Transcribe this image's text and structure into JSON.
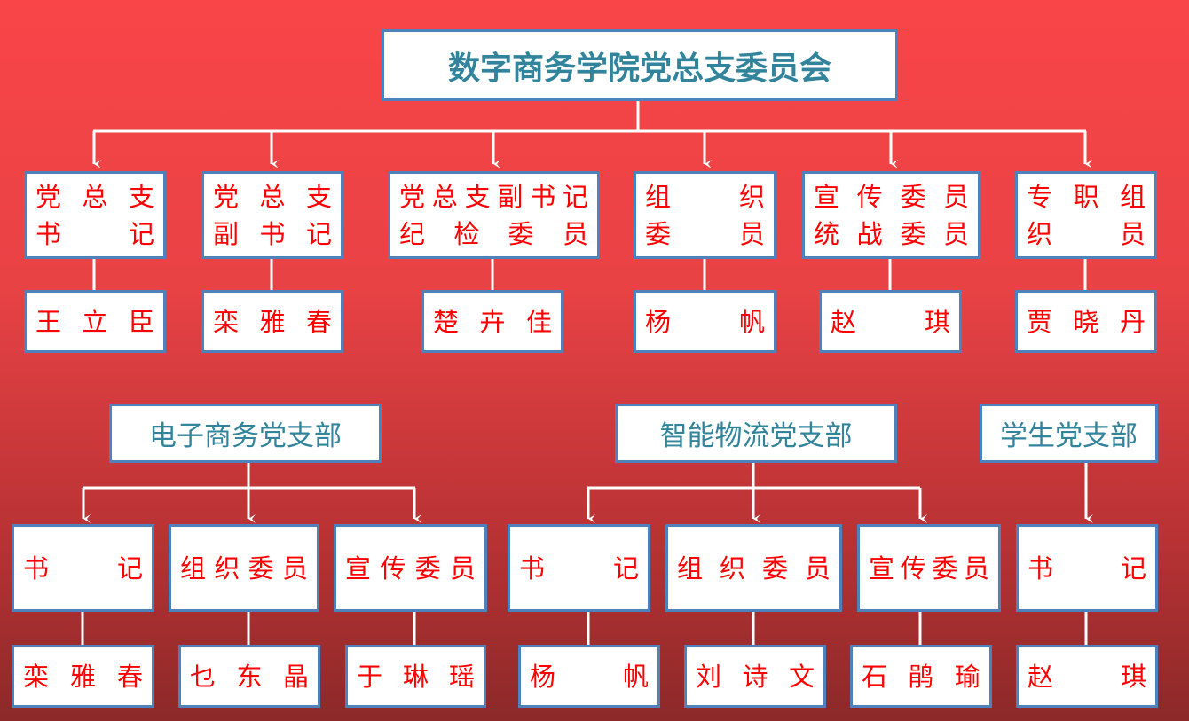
{
  "title": "数字商务学院党总支委员会",
  "committee": [
    {
      "role": [
        "党 总 支",
        "书　　记"
      ],
      "name": "王 立 臣"
    },
    {
      "role": [
        "党 总 支",
        "副 书 记"
      ],
      "name": "栾 雅 春"
    },
    {
      "role": [
        "党总支副书记",
        "纪 检 委 员"
      ],
      "name": "楚 卉 佳"
    },
    {
      "role": [
        "组　　织",
        "委　　员"
      ],
      "name": "杨　　帆"
    },
    {
      "role": [
        "宣 传 委 员",
        "统 战 委 员"
      ],
      "name": "赵　　琪"
    },
    {
      "role": [
        "专 职 组",
        "织　　员"
      ],
      "name": "贾 晓 丹"
    }
  ],
  "branches": [
    {
      "name": "电子商务党支部",
      "members": [
        {
          "role": "书　　记",
          "name": "栾 雅 春"
        },
        {
          "role": "组织委员",
          "name": "乜 东 晶"
        },
        {
          "role": "宣传委员",
          "name": "于 琳 瑶"
        }
      ]
    },
    {
      "name": "智能物流党支部",
      "members": [
        {
          "role": "书　　记",
          "name": "杨　　帆"
        },
        {
          "role": "组 织 委 员",
          "name": "刘 诗 文"
        },
        {
          "role": "宣传委员",
          "name": "石 鹃 瑜"
        }
      ]
    },
    {
      "name": "学生党支部",
      "members": [
        {
          "role": "书　　记",
          "name": "赵　　琪"
        }
      ]
    }
  ],
  "colors": {
    "border": "#4f81bd",
    "role_text": "#ff0000",
    "header_text": "#31849b"
  }
}
